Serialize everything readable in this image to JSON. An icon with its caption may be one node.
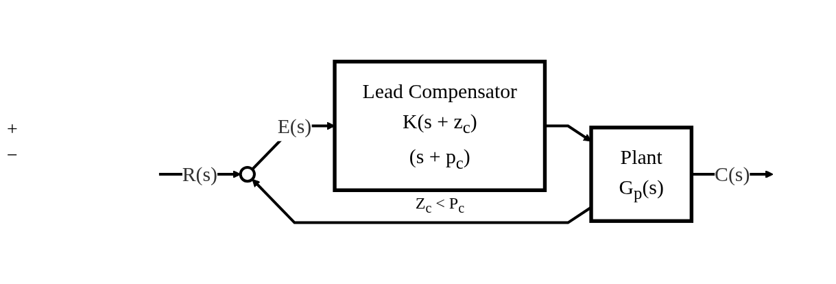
{
  "diagram": {
    "nodes": [
      {
        "text": [],
        "shape": "circle"
      },
      {
        "text": [
          "Lead Compensator",
          "K(s + z$_{c}$)",
          "(s + p$_{c}$)"
        ],
        "beside": [
          "Z$_{c}$ < P$_{c}$"
        ]
      },
      {
        "text": [
          "Plant",
          "G$_{p}$(s)"
        ]
      }
    ],
    "edges": [
      {
        "from": null,
        "to": 0,
        "arrow": "to",
        "label": "R(s)"
      },
      {
        "from": 0,
        "to": 1,
        "arrow": "to",
        "label": "E(s)"
      },
      {
        "from": 1,
        "to": 2,
        "arrow": "to"
      },
      {
        "from": 2,
        "to": null,
        "arrow": "to",
        "label": "C(s)"
      },
      {
        "from": 2,
        "to": 0,
        "arrow": "to"
      }
    ],
    "labels": [
      "+",
      "−"
    ]
  }
}
